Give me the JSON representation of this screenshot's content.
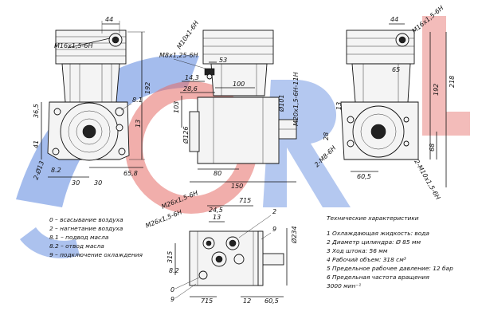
{
  "watermark": {
    "text": "SOREL",
    "colors": {
      "blue": "#3b6fd8",
      "red": "#e0504b"
    }
  },
  "legend": [
    {
      "id": "0",
      "text": "0 – всасывание воздуха"
    },
    {
      "id": "2",
      "text": "2 – нагнетание воздуха"
    },
    {
      "id": "8.1",
      "text": "8.1 – подвод масла"
    },
    {
      "id": "8.2",
      "text": "8.2 – отвод масла"
    },
    {
      "id": "9",
      "text": "9 – подключение охлаждения"
    }
  ],
  "specs": {
    "title": "Технические характеристики",
    "items": [
      "1  Охлаждающая жидкость: вода",
      "2  Диаметр цилиндра: Ø 85 мм",
      "3  Ход штока: 56 мм",
      "4  Рабочий объем: 318 см³",
      "5  Предельное рабочее давление: 12 бар",
      "6  Предельная частота вращения",
      "3000 мин⁻¹"
    ]
  },
  "dims": {
    "front": [
      "44",
      "М16х1,5-6Н",
      "192",
      "36,5",
      "41",
      "8.1",
      "13",
      "8.2",
      "2-Ø13",
      "65,8",
      "30",
      "30"
    ],
    "side": [
      "М10х1-6Н",
      "М8х1,25-6Н",
      "53",
      "14,3",
      "28,6",
      "100",
      "103",
      "Ø101",
      "М20х1,5-6Н-11Н",
      "Ø126",
      "80",
      "150"
    ],
    "right": [
      "44",
      "М16х1,5-6Н",
      "192",
      "218",
      "65",
      "13",
      "28",
      "2-М8-6Н",
      "60,5",
      "2-М10х1,5-6Н",
      "68"
    ],
    "top": [
      "715",
      "М26х1,5-6Н",
      "24,5",
      "М26х1,5-6Н",
      "13",
      "2",
      "9",
      "Ø234",
      "315",
      "8.2",
      "0",
      "9",
      "715",
      "12",
      "60,5"
    ]
  }
}
